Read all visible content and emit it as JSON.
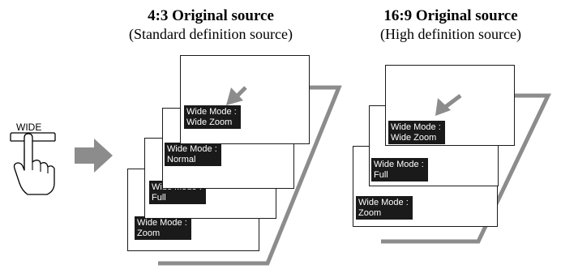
{
  "button": {
    "label": "WIDE"
  },
  "columns": [
    {
      "title": "4:3 Original source",
      "subtitle": "(Standard definition source)",
      "modes": [
        "Wide Mode :\nWide Zoom",
        "Wide Mode :\nNormal",
        "Wide Mode :\nFull",
        "Wide Mode :\nZoom"
      ]
    },
    {
      "title": "16:9 Original source",
      "subtitle": "(High definition source)",
      "modes": [
        "Wide Mode :\nWide Zoom",
        "Wide Mode :\nFull",
        "Wide Mode :\nZoom"
      ]
    }
  ],
  "colors": {
    "loop_arrow": "#8c8c8c",
    "press_arrow": "#8c8c8c",
    "label_bg": "#1a1a1a"
  }
}
